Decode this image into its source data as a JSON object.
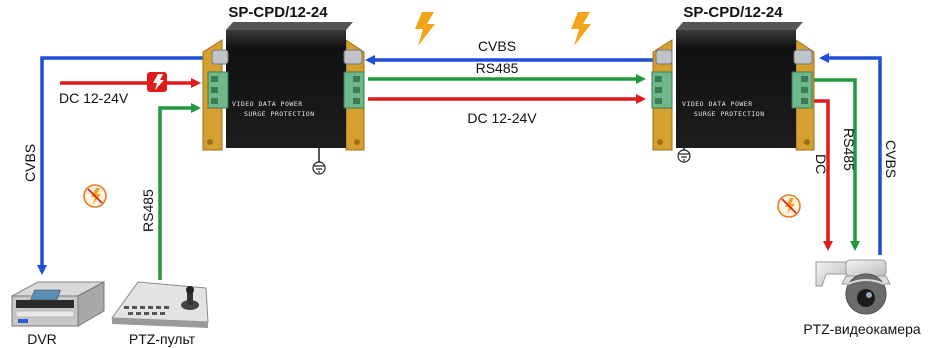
{
  "devices": {
    "left_unit": {
      "title": "SP-CPD/12-24",
      "label_line1": "VIDEO DATA POWER",
      "label_line2": "SURGE PROTECTION"
    },
    "right_unit": {
      "title": "SP-CPD/12-24",
      "label_line1": "VIDEO DATA POWER",
      "label_line2": "SURGE PROTECTION"
    },
    "dvr": {
      "label": "DVR"
    },
    "ptz_controller": {
      "label": "PTZ-пульт"
    },
    "ptz_camera": {
      "label": "PTZ-видеокамера"
    }
  },
  "links": {
    "trunk_cvbs": "CVBS",
    "trunk_rs485": "RS485",
    "trunk_dc": "DC 12-24V",
    "left_dc_in": "DC 12-24V",
    "left_cvbs": "CVBS",
    "left_rs485": "RS485",
    "right_dc": "DC",
    "right_rs485": "RS485",
    "right_cvbs": "CVBS"
  },
  "colors": {
    "cvbs": "#1f4fd8",
    "rs485": "#1f9a3a",
    "dc": "#e01b1b",
    "lightning": "#f2a51a",
    "unit_body": "#141414",
    "unit_bracket": "#d6a030",
    "terminal": "#6fb88a"
  }
}
